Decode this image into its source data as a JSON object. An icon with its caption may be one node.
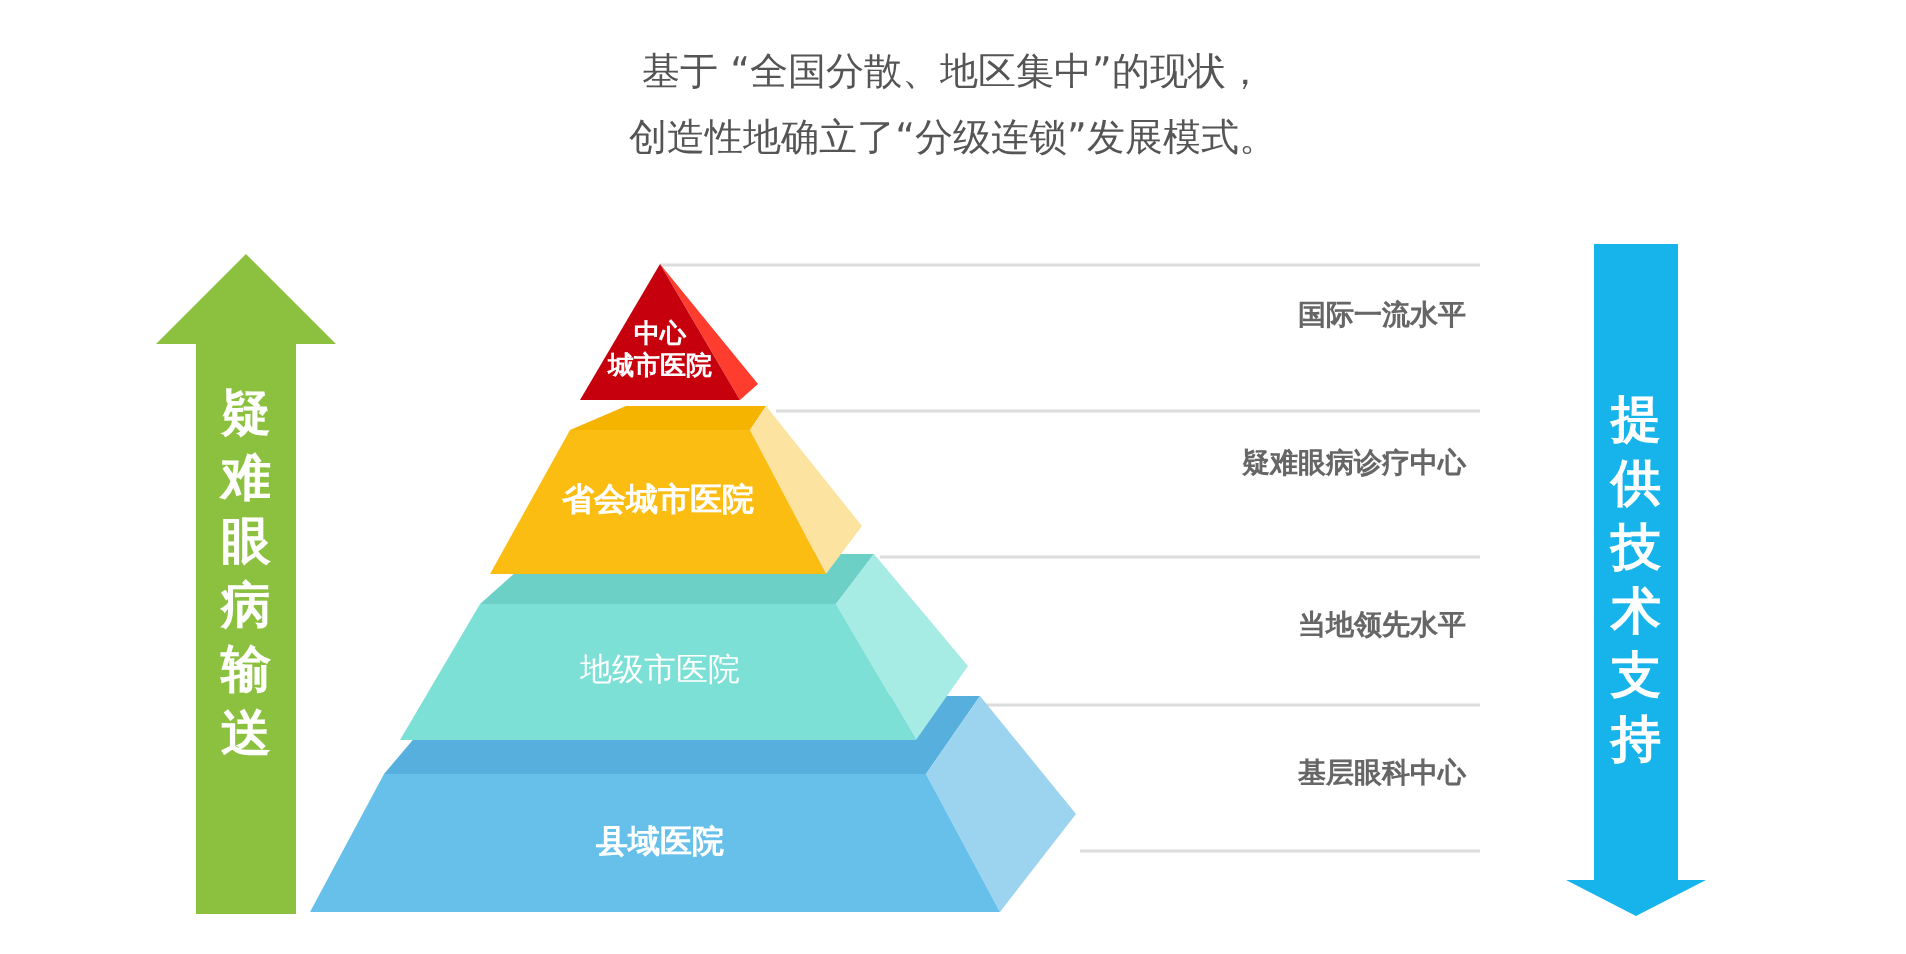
{
  "diagram": {
    "title": "基于 “全国分散、地区集中”的现状，创造性地确立了“分级连锁”发展模式。",
    "nodes": [
      {
        "text": [
          "疑难眼病输送"
        ]
      },
      {
        "text": [
          "中心城市医院"
        ]
      },
      {
        "text": [
          "省会城市医院"
        ]
      },
      {
        "text": [
          "地级市医院"
        ]
      },
      {
        "text": [
          "县域医院"
        ]
      },
      {
        "text": [
          "提供技术支持"
        ]
      }
    ],
    "labels": [
      "国际一流水平",
      "疑难眼病诊疗中心",
      "当地领先水平",
      "基层眼科中心"
    ]
  }
}
